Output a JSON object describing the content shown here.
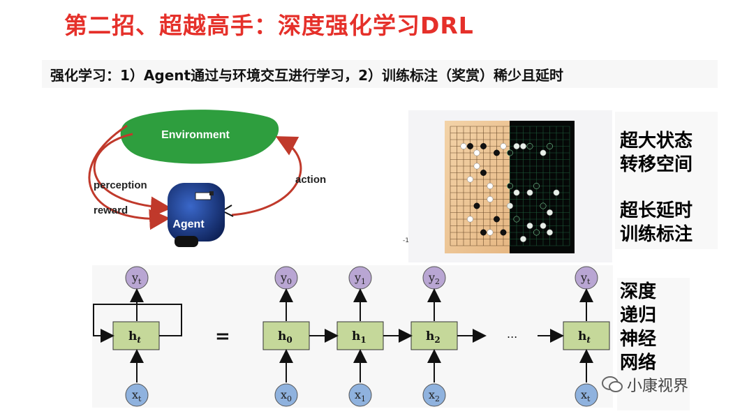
{
  "title": "第二招、超越高手：深度强化学习DRL",
  "subtitle": "强化学习：1）Agent通过与环境交互进行学习，2）训练标注（奖赏）稀少且延时",
  "rl_diagram": {
    "environment": "Environment",
    "agent": "Agent",
    "perception": "perception",
    "reward": "reward",
    "action": "action"
  },
  "go_panel_mark": "-1",
  "right_labels": {
    "line1": "超大状态",
    "line2": "转移空间",
    "line3": "超长延时",
    "line4": "训练标注"
  },
  "rnn": {
    "equals": "=",
    "ellipsis": "...",
    "folded": {
      "h": "h",
      "h_sub": "t",
      "y": "y",
      "y_sub": "t",
      "x": "x",
      "x_sub": "t"
    },
    "steps": [
      {
        "h": "h",
        "h_sub": "0",
        "y": "y",
        "y_sub": "0",
        "x": "x",
        "x_sub": "0"
      },
      {
        "h": "h",
        "h_sub": "1",
        "y": "y",
        "y_sub": "1",
        "x": "x",
        "x_sub": "1"
      },
      {
        "h": "h",
        "h_sub": "2",
        "y": "y",
        "y_sub": "2",
        "x": "x",
        "x_sub": "2"
      },
      {
        "h": "h",
        "h_sub": "t",
        "y": "y",
        "y_sub": "t",
        "x": "x",
        "x_sub": "t"
      }
    ]
  },
  "rnn_labels": {
    "line1": "深度",
    "line2": "递归",
    "line3": "神经",
    "line4": "网络"
  },
  "watermark": "小康视界",
  "colors": {
    "title": "#e5302a",
    "environment": "#2e9e3e",
    "arrow": "#c0392b",
    "agent": "#1d3f8f",
    "h_box": "#c5d89a",
    "y_node": "#b9a6d3",
    "x_node": "#8fb2de"
  }
}
